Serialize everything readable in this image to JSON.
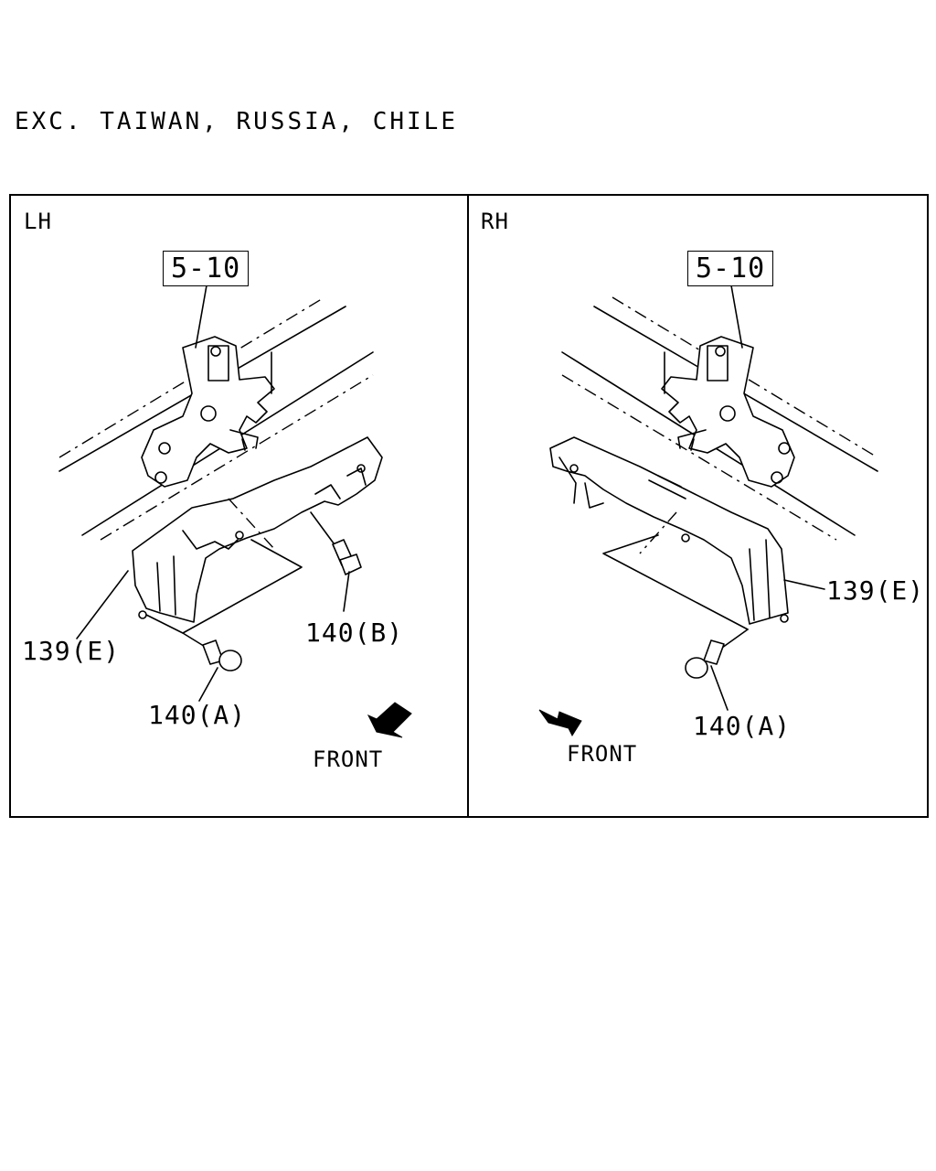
{
  "heading": "EXC. TAIWAN, RUSSIA, CHILE",
  "panels": {
    "left": {
      "side_label": "LH",
      "ref_box": "5-10",
      "callout_bracket": "139(E)",
      "callout_bolt_a": "140(A)",
      "callout_bolt_b": "140(B)",
      "front_label": "FRONT"
    },
    "right": {
      "side_label": "RH",
      "ref_box": "5-10",
      "callout_bracket": "139(E)",
      "callout_bolt_a": "140(A)",
      "front_label": "FRONT"
    }
  },
  "icons": {
    "front_arrow_left": "arrow-down-left-icon",
    "front_arrow_right": "arrow-down-right-icon"
  }
}
